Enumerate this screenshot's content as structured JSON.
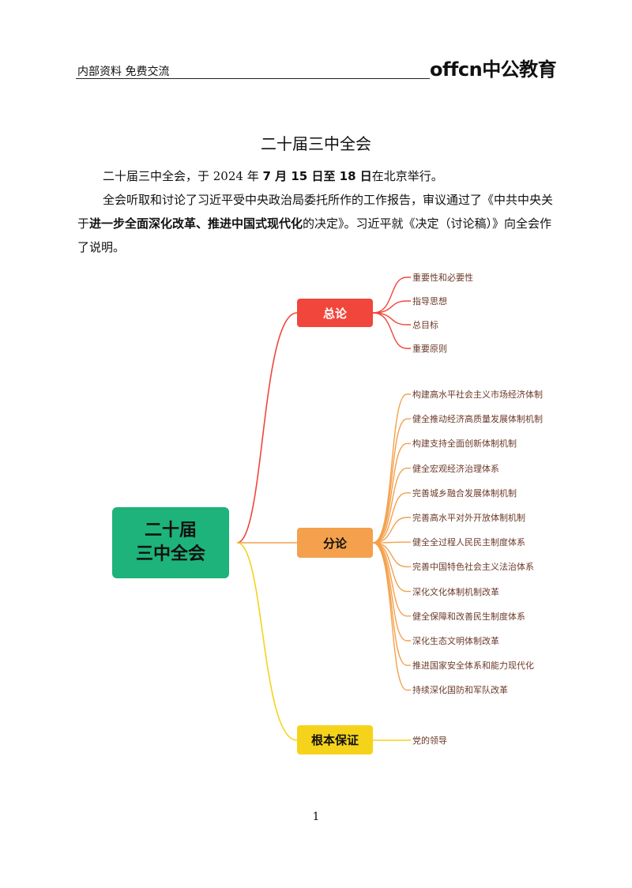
{
  "header": {
    "left_text": "内部资料 免费交流",
    "logo": "offcn中公教育"
  },
  "title": "二十届三中全会",
  "paragraphs": {
    "p1": {
      "a": "二十届三中全会，于 2024 年 ",
      "b": "7 月 15 日至 18 日",
      "c": "在北京举行。"
    },
    "p2": {
      "a": "全会听取和讨论了习近平受中央政治局委托所作的工作报告，审议通过了《中共中央关于",
      "b": "进一步全面深化改革、推进中国式现代化",
      "c": "的决定》。习近平就《决定（讨论稿）》向全会作了说明。"
    }
  },
  "mindmap": {
    "root": {
      "line1": "二十届",
      "line2": "三中全会",
      "color": "#1db37a"
    },
    "branches": [
      {
        "label": "总论",
        "color": "#f0463b",
        "leaves": [
          "重要性和必要性",
          "指导思想",
          "总目标",
          "重要原则"
        ]
      },
      {
        "label": "分论",
        "color": "#f4a04c",
        "leaves": [
          "构建高水平社会主义市场经济体制",
          "健全推动经济高质量发展体制机制",
          "构建支持全面创新体制机制",
          "健全宏观经济治理体系",
          "完善城乡融合发展体制机制",
          "完善高水平对外开放体制机制",
          "健全全过程人民民主制度体系",
          "完善中国特色社会主义法治体系",
          "深化文化体制机制改革",
          "健全保障和改善民生制度体系",
          "深化生态文明体制改革",
          "推进国家安全体系和能力现代化",
          "持续深化国防和军队改革"
        ]
      },
      {
        "label": "根本保证",
        "color": "#f5d31b",
        "leaves": [
          "党的领导"
        ]
      }
    ]
  },
  "page_number": "1"
}
